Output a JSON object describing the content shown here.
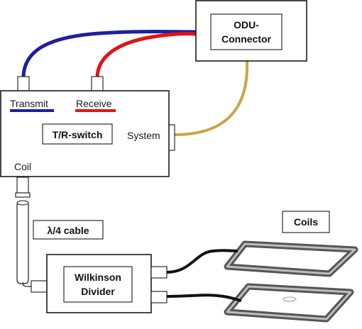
{
  "odu_connector": {
    "line1": "ODU-",
    "line2": "Connector"
  },
  "tr_switch": {
    "label": "T/R-switch",
    "transmit": "Transmit",
    "receive": "Receive",
    "system": "System",
    "coil": "Coil"
  },
  "cable_label": "λ/4 cable",
  "wilkinson": {
    "line1": "Wilkinson",
    "line2": "Divider"
  },
  "coils_label": "Coils",
  "colors": {
    "transmit_cable": "#1f1fa0",
    "receive_cable": "#e01414",
    "system_cable": "#c9a648",
    "coil_cable": "#111111"
  }
}
